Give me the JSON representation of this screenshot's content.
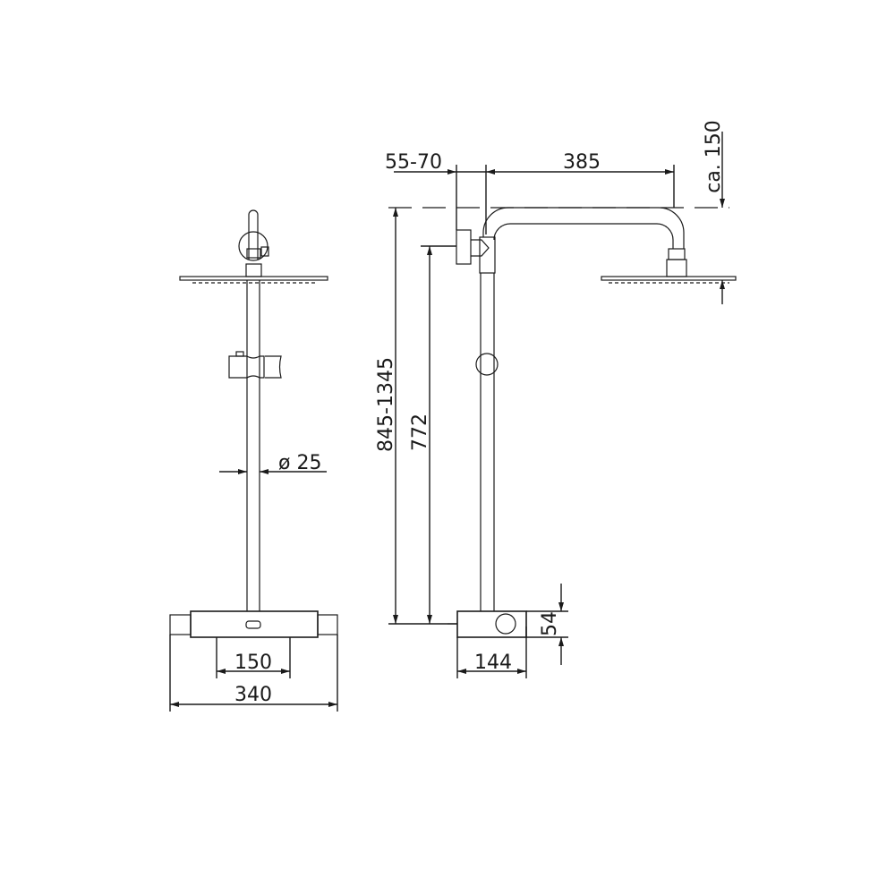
{
  "dimensions": {
    "front_bar_spacing": "150",
    "front_total_width": "340",
    "rail_diameter": "ø 25",
    "wall_distance": "55-70",
    "arm_length": "385",
    "head_height": "ca. 150",
    "total_height": "845-1345",
    "connection_height": "772",
    "thermostat_height": "54",
    "thermostat_depth": "144"
  }
}
